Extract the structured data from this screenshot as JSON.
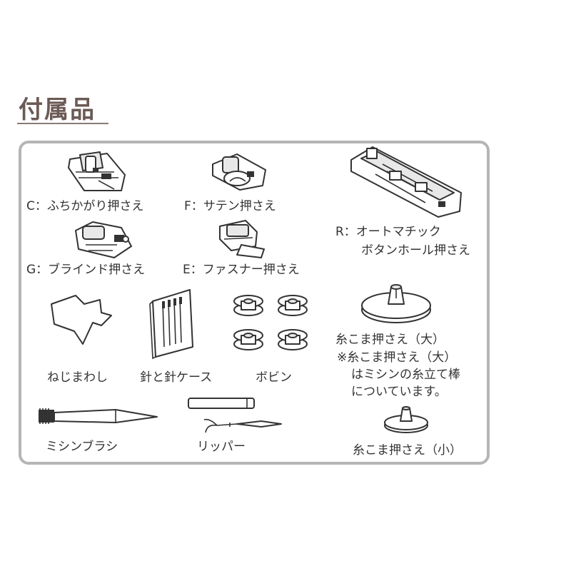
{
  "page": {
    "title": "付属品",
    "title_color": "#6b5a55",
    "frame_color": "#b5b5b5"
  },
  "items": {
    "foot_c": "C：ふちかがり押さえ",
    "foot_f": "F：サテン押さえ",
    "foot_r_line1": "R：オートマチック",
    "foot_r_line2": "ボタンホール押さえ",
    "foot_g": "G：ブラインド押さえ",
    "foot_e": "E：ファスナー押さえ",
    "screwdriver": "ねじまわし",
    "needle_case": "針と針ケース",
    "bobbin": "ボビン",
    "spool_cap_large": "糸こま押さえ（大）",
    "note_line1": "※糸こま押さえ（大）",
    "note_line2": "はミシンの糸立て棒",
    "note_line3": "についています。",
    "brush": "ミシンブラシ",
    "ripper": "リッパー",
    "spool_cap_small": "糸こま押さえ（小）"
  }
}
